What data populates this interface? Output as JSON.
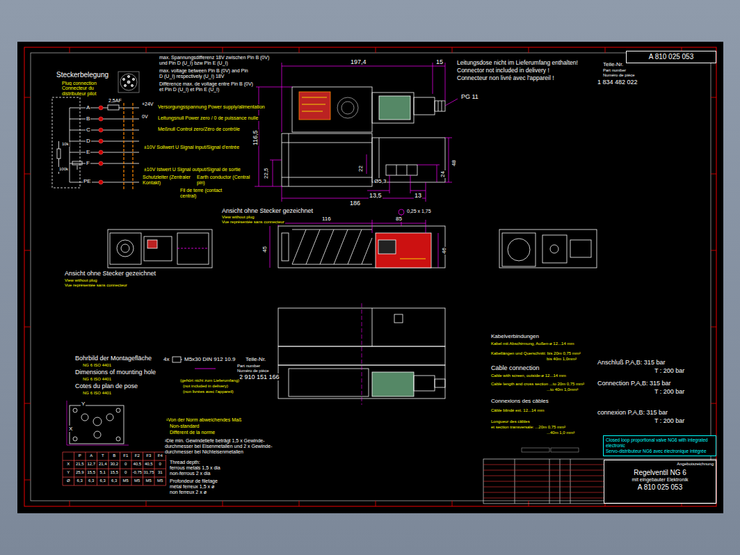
{
  "diagram": {
    "nodes": [
      {
        "text": [
          "A 810 025 053"
        ]
      },
      {
        "text": [
          "Closed loop proportional valve NG6 with integrated electronic",
          "Servo-distributeur NG6 avec électronique intégrée"
        ]
      },
      {
        "text": [
          "Angebotszeichnung",
          "Regelventil NG 6",
          "mit eingebauter Elektronik",
          "A 810 025 053"
        ]
      }
    ],
    "labels": [
      "Steckerbelegung",
      "Plug connection",
      "Connecteur du distributeur pilot",
      "max. Spannungsdifferenz 18V zwischen Pin B (0V) und Pin D (U_I) bzw Pin E (U_I)",
      "max. voltage between Pin B (0V) and Pin D (U_I) respectively (U_I) 18V",
      "Différence max. de voltage entre Pin B (0V) et Pin D (U_I) et Pin E (U_I)",
      "A",
      "B",
      "C",
      "D",
      "E",
      "F",
      "PE",
      "2,5AF",
      "+24V",
      "0V",
      "Versorgungsspannung Power supply/alimentation",
      "Leitungsnull Power zero / 0 de puissance nulle",
      "Meßnull Control zero/Zéro de contrôle",
      "±10V Sollwert U Signal input/Signal d'entrée",
      "±10V Istwert U Signal output/Signal de sortie",
      "Schutzleiter (Zentraler Kontakt)",
      "Earth conductor (Central pin)",
      "Fil de terre (contact central)",
      "10k",
      "100k",
      "197,4",
      "15",
      "116,5",
      "22,5",
      "22",
      "Ø5,3",
      "13,5",
      "13",
      "186",
      "24",
      "48",
      "PG 11",
      "Leitungsdose nicht im Lieferumfang enthalten!",
      "Connector not included in delivery !",
      "Connecteur non livré avec l'appareil !",
      "Teile-Nr.",
      "Part number",
      "Numéro de pièce",
      "1 834 482 022",
      "0,25 x 1,75",
      "Ansicht ohne Stecker gezeichnet",
      "View without plug",
      "Vue représentée sans connecteur",
      "116",
      "85",
      "45",
      "46",
      "Ansicht ohne Stecker gezeichnet",
      "View without plug",
      "Vue représentée sans connecteur",
      "Bohrbild der Montagefläche",
      "NG 6 ISO 4401",
      "Dimensions of mounting hole",
      "NG 6 ISO 4401",
      "Cotes du plan de pose",
      "NG 6 ISO 4401",
      "4x",
      "M5x30 DIN 912 10.9",
      "Teile-Nr.",
      "Part number",
      "Numéro de pièce",
      "2 910 151 166",
      "(gehört nicht zum Lieferumfang)",
      "(not included in delivery)",
      "(non livrées avec l'appareil)",
      "¹Von der Norm abweichendes Maß",
      "Non-standard",
      "Différent de la norme",
      "²Die min. Gewindetiefe beträgt 1,5 x Gewinde-durchmesser bei Eisenmetallen und 2 x Gewinde-durchmesser bei Nichteisenmetallen",
      "Thread depth:",
      "ferrous metals 1,5 x dia",
      "non-ferrous 2 x dia",
      "Profondeur de filetage",
      "métal ferreux 1,5 x ø",
      "non ferreux 2 x ø",
      "P",
      "A",
      "T",
      "B",
      "F1",
      "F2",
      "F3",
      "F4",
      "X",
      "21,5",
      "12,7",
      "21,4",
      "30,2",
      "0",
      "40,5",
      "40,5",
      "0",
      "Y",
      "25,9",
      "15,5",
      "5,1",
      "15,5",
      "0",
      "-0,75",
      "31,75",
      "31",
      "Ø",
      "6,3",
      "6,3",
      "6,3",
      "6,3",
      "M5",
      "M5",
      "M5",
      "M5",
      "Kabelverbindungen",
      "Kabel mit Abschirmung, Außen-ø 12...14 mm",
      "Kabellängen und Querschnitt: bis 20m 0,75 mm²",
      "bis 40m 1,0mm²",
      "Cable connection",
      "Cable with screen, outside-ø 12...14 mm",
      "Cable length and cross section ...to 20m 0,75 mm²",
      "...to 40m 1,0mm²",
      "Connexions des câbles",
      "Câble blindé ext. 12...14 mm",
      "Longueur des câbles",
      "et section transversale: ...20m 0,75 mm²",
      "...40m 1,0 mm²",
      "Anschluß P,A,B: 315 bar",
      "T : 200 bar",
      "Connection P,A,B: 315 bar",
      "T : 200 bar",
      "connexion P,A,B: 315 bar",
      "T : 200 bar",
      "X",
      "Y"
    ]
  }
}
